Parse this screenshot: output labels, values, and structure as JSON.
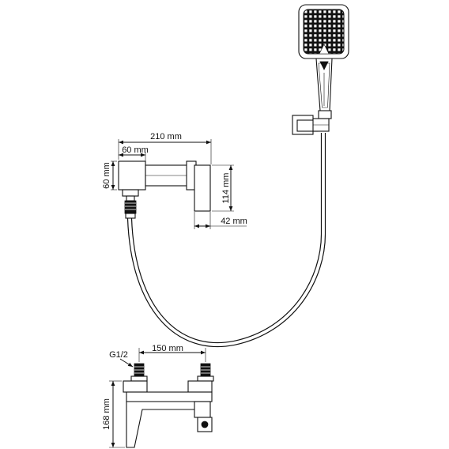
{
  "dimensions": {
    "overall_length": "210 mm",
    "inlet_offset": "60 mm",
    "side_height": "60 mm",
    "spout_height": "114 mm",
    "spout_depth": "42 mm",
    "thread": "G1/2",
    "inlet_spacing": "150 mm",
    "front_height": "168 mm"
  },
  "colors": {
    "line": "#111111",
    "background": "#ffffff"
  },
  "icons": [
    "hand-shower",
    "wall-bracket",
    "hose",
    "bath-mixer"
  ]
}
